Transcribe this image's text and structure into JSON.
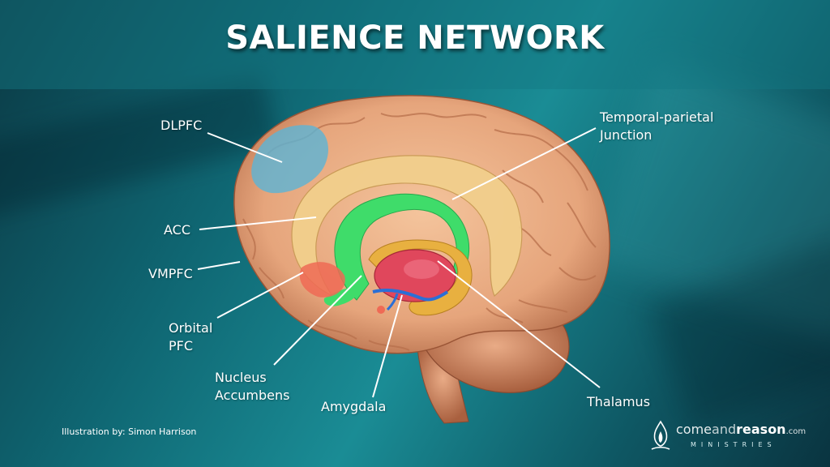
{
  "title": "SALIENCE NETWORK",
  "labels": {
    "dlpfc": "DLPFC",
    "tpj_line1": "Temporal-parietal",
    "tpj_line2": "Junction",
    "acc": "ACC",
    "vmpfc": "VMPFC",
    "orbital_line1": "Orbital",
    "orbital_line2": "PFC",
    "nucleus_line1": "Nucleus",
    "nucleus_line2": "Accumbens",
    "amygdala": "Amygdala",
    "thalamus": "Thalamus"
  },
  "credit": "Illustration by: Simon Harrison",
  "logo": {
    "part1": "come",
    "part2": "and",
    "part3": "reason",
    "domain": ".com",
    "subtitle": "MINISTRIES"
  },
  "colors": {
    "brain": "#e9ad85",
    "brain_shadow": "#c9835e",
    "dlpfc_region": "#5bb4d6",
    "cingulate": "#f3cf8a",
    "acc_region": "#3fdc6a",
    "thalamus_region": "#e0475c",
    "orbital_region": "#ef6a55",
    "caudate": "#e8b040",
    "vessel": "#2b6fd6"
  }
}
